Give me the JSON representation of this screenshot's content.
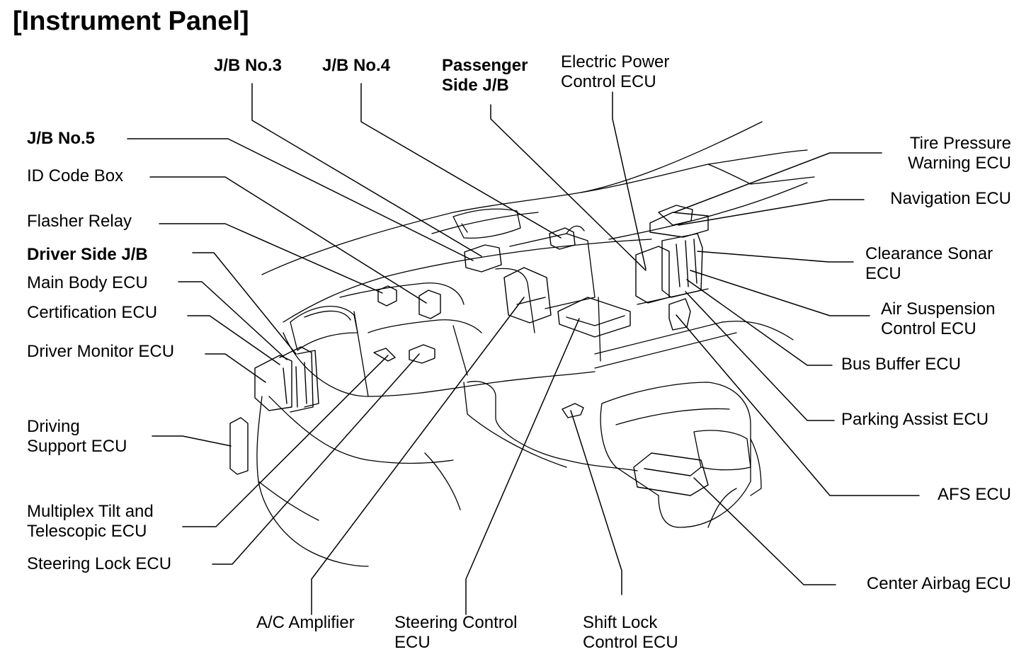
{
  "title": "[Instrument Panel]",
  "colors": {
    "line": "#000000",
    "background": "#ffffff"
  },
  "labels": {
    "jb3": "J/B No.3",
    "jb4": "J/B No.4",
    "passenger_jb": "Passenger\nSide J/B",
    "eps_ecu": "Electric Power\nControl ECU",
    "jb5": "J/B No.5",
    "id_code_box": "ID Code Box",
    "flasher_relay": "Flasher Relay",
    "driver_jb": "Driver Side J/B",
    "main_body_ecu": "Main Body ECU",
    "certification_ecu": "Certification ECU",
    "driver_monitor_ecu": "Driver Monitor ECU",
    "driving_support_ecu": "Driving\nSupport ECU",
    "multiplex_tilt_ecu": "Multiplex Tilt and\nTelescopic ECU",
    "steering_lock_ecu": "Steering Lock ECU",
    "ac_amplifier": "A/C Amplifier",
    "steering_control_ecu": "Steering Control\nECU",
    "shift_lock_ecu": "Shift Lock\nControl ECU",
    "tire_pressure_ecu": "Tire Pressure\nWarning ECU",
    "navigation_ecu": "Navigation ECU",
    "clearance_sonar_ecu": "Clearance Sonar\nECU",
    "air_suspension_ecu": "Air Suspension\nControl ECU",
    "bus_buffer_ecu": "Bus Buffer ECU",
    "parking_assist_ecu": "Parking Assist ECU",
    "afs_ecu": "AFS ECU",
    "center_airbag_ecu": "Center Airbag ECU"
  }
}
